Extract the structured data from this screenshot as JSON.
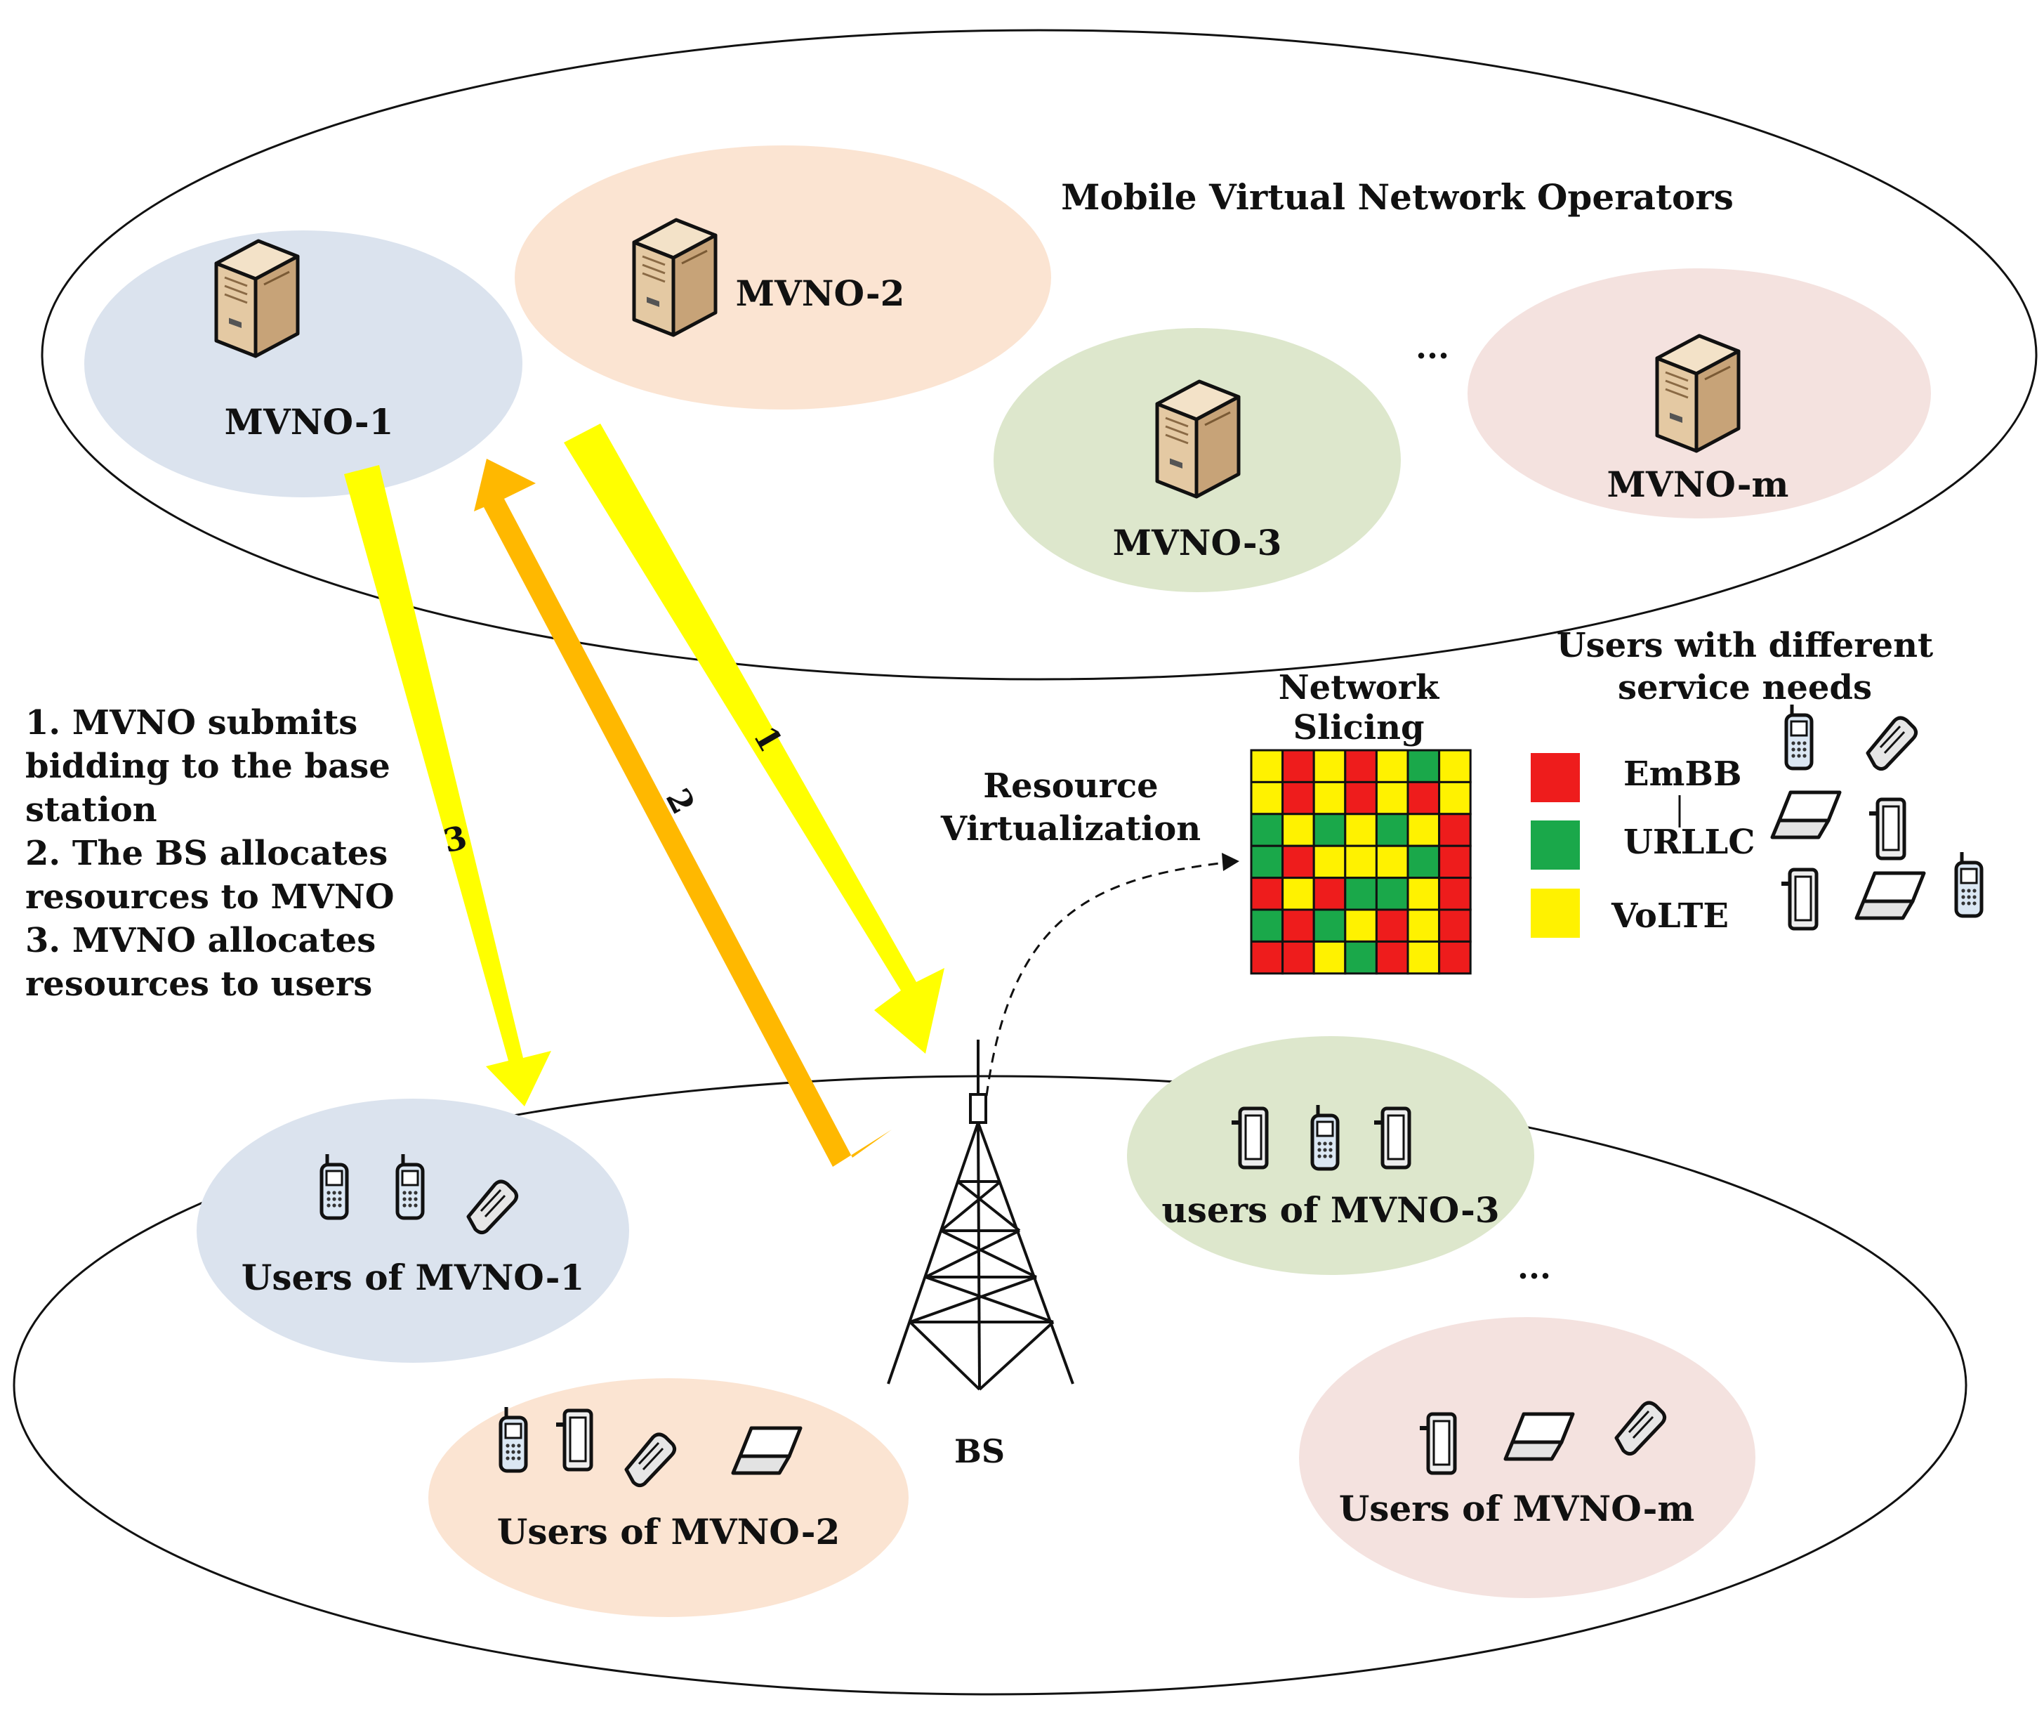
{
  "operators": {
    "title": "Mobile Virtual Network Operators",
    "mvno1": "MVNO-1",
    "mvno2": "MVNO-2",
    "mvno3": "MVNO-3",
    "mvnom": "MVNO-m",
    "ellipsis": "..."
  },
  "steps": {
    "line1": "1. MVNO submits",
    "line2": "bidding to the base",
    "line3": "station",
    "line4": "2. The BS allocates",
    "line5": "resources to MVNO",
    "line6": "3. MVNO allocates",
    "line7": "resources to users"
  },
  "arrows": {
    "a1": "1",
    "a2": "2",
    "a3": "3"
  },
  "virtualization": {
    "line1": "Resource",
    "line2": "Virtualization"
  },
  "slicing": {
    "line1": "Network",
    "line2": "Slicing",
    "grid": [
      [
        "Y",
        "R",
        "Y",
        "R",
        "Y",
        "G",
        "Y"
      ],
      [
        "Y",
        "R",
        "Y",
        "R",
        "Y",
        "R",
        "Y"
      ],
      [
        "G",
        "Y",
        "G",
        "Y",
        "G",
        "Y",
        "R"
      ],
      [
        "G",
        "R",
        "Y",
        "Y",
        "Y",
        "G",
        "R"
      ],
      [
        "R",
        "Y",
        "R",
        "G",
        "G",
        "Y",
        "R"
      ],
      [
        "G",
        "R",
        "G",
        "Y",
        "R",
        "Y",
        "R"
      ],
      [
        "R",
        "R",
        "Y",
        "G",
        "R",
        "Y",
        "R"
      ]
    ],
    "colors": {
      "R": "#ee1c1c",
      "G": "#1aa84a",
      "Y": "#fff200"
    }
  },
  "legend": {
    "embb": "EmBB",
    "urllc": "URLLC",
    "volte": "VoLTE",
    "embb_color": "#ee1c1c",
    "urllc_color": "#1aa84a",
    "volte_color": "#fff200"
  },
  "users_box": {
    "line1": "Users with different",
    "line2": "service needs"
  },
  "base_station": "BS",
  "user_groups": {
    "g1": "Users of MVNO-1",
    "g2": "Users of MVNO-2",
    "g3": "users of MVNO-3",
    "gm": "Users of MVNO-m",
    "ellipsis": "..."
  },
  "palette": {
    "blue": "#dbe3ee",
    "peach": "#fbe4d2",
    "green": "#dde7cc",
    "rose": "#f4e2df",
    "arrow_yellow": "#ffff00",
    "arrow_orange": "#ffb800"
  }
}
